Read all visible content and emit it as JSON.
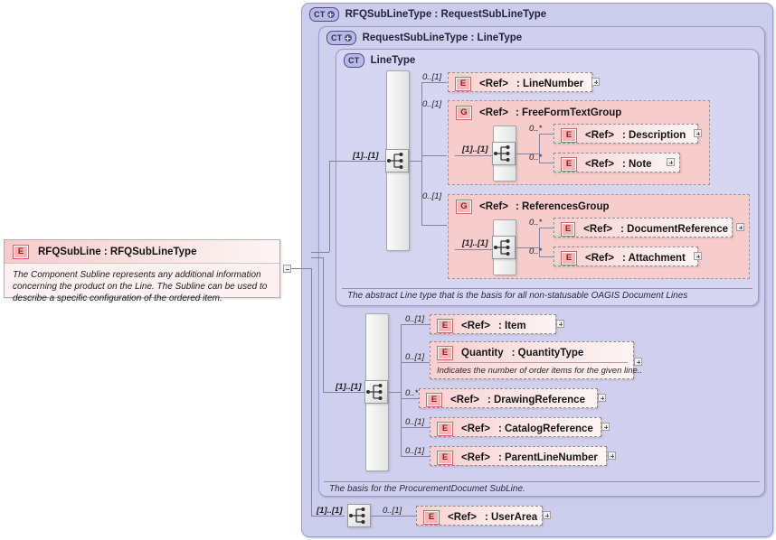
{
  "diagram": {
    "kind": "xsd-schema-diagram",
    "root_element": {
      "badge": "E",
      "title": "RFQSubLine : RFQSubLineType",
      "annotation": "The Component Subline represents any additional information concerning the product on the Line.  The Subline can be used to describe a specific configuration of the ordered item.",
      "collapse_icon": "minus-box-icon"
    },
    "panels": [
      {
        "badge": "CT",
        "expandable": true,
        "title": "RFQSubLineType : RequestSubLineType",
        "annotation": ""
      },
      {
        "badge": "CT",
        "expandable": true,
        "title": "RequestSubLineType : LineType",
        "annotation": ""
      },
      {
        "badge": "CT",
        "expandable": false,
        "title": "LineType",
        "annotation": "The abstract Line type that is the basis for all non-statusable OAGIS Document Lines"
      }
    ],
    "subline_annotation": "The basis for the ProcurementDocumet SubLine.",
    "nodes": {
      "line_number": {
        "badge": "E",
        "ref": "<Ref>",
        "type": ": LineNumber",
        "cardinality": "0..[1]",
        "expander": "plus-box-icon"
      },
      "free_form_group": {
        "badge": "G",
        "ref": "<Ref>",
        "type": ": FreeFormTextGroup",
        "cardinality": "0..[1]"
      },
      "description": {
        "badge": "E",
        "ref": "<Ref>",
        "type": ": Description",
        "cardinality": "0..*",
        "expander": "plus-box-icon"
      },
      "note": {
        "badge": "E",
        "ref": "<Ref>",
        "type": ": Note",
        "cardinality": "0..*",
        "expander": "plus-box-icon"
      },
      "references_group": {
        "badge": "G",
        "ref": "<Ref>",
        "type": ": ReferencesGroup",
        "cardinality": "0..[1]"
      },
      "document_reference": {
        "badge": "E",
        "ref": "<Ref>",
        "type": ": DocumentReference",
        "cardinality": "0..*",
        "expander": "plus-box-icon"
      },
      "attachment": {
        "badge": "E",
        "ref": "<Ref>",
        "type": ": Attachment",
        "cardinality": "0..*",
        "expander": "plus-box-icon"
      },
      "item": {
        "badge": "E",
        "ref": "<Ref>",
        "type": ": Item",
        "cardinality": "0..[1]",
        "expander": "plus-box-icon"
      },
      "quantity": {
        "badge": "E",
        "ref": "Quantity",
        "type": ": QuantityType",
        "cardinality": "0..[1]",
        "expander": "plus-box-icon",
        "annotation": "Indicates the number of order items for the given line.."
      },
      "drawing_reference": {
        "badge": "E",
        "ref": "<Ref>",
        "type": ": DrawingReference",
        "cardinality": "0..*",
        "expander": "plus-box-icon"
      },
      "catalog_reference": {
        "badge": "E",
        "ref": "<Ref>",
        "type": ": CatalogReference",
        "cardinality": "0..[1]",
        "expander": "plus-box-icon"
      },
      "parent_line_number": {
        "badge": "E",
        "ref": "<Ref>",
        "type": ": ParentLineNumber",
        "cardinality": "0..[1]",
        "expander": "plus-box-icon"
      },
      "user_area": {
        "badge": "E",
        "ref": "<Ref>",
        "type": ": UserArea",
        "cardinality": "0..[1]",
        "expander": "plus-box-icon"
      }
    },
    "compositors": {
      "line_type_seq": {
        "icon": "sequence-icon",
        "cardinality": "[1]..[1]"
      },
      "freeform_seq": {
        "icon": "sequence-icon",
        "cardinality": "[1]..[1]"
      },
      "references_seq": {
        "icon": "sequence-icon",
        "cardinality": "[1]..[1]"
      },
      "subline_seq": {
        "icon": "sequence-icon",
        "cardinality": "[1]..[1]"
      },
      "userarea_seq": {
        "icon": "sequence-icon",
        "cardinality": "[1]..[1]"
      }
    },
    "colors": {
      "panel_outer": "#ccccec",
      "panel_mid": "#d0d0ee",
      "panel_inner": "#d6d6f2",
      "group_pink": "#f7cccc",
      "element_pink": "#f8cfcf",
      "connector": "#83839f"
    }
  }
}
